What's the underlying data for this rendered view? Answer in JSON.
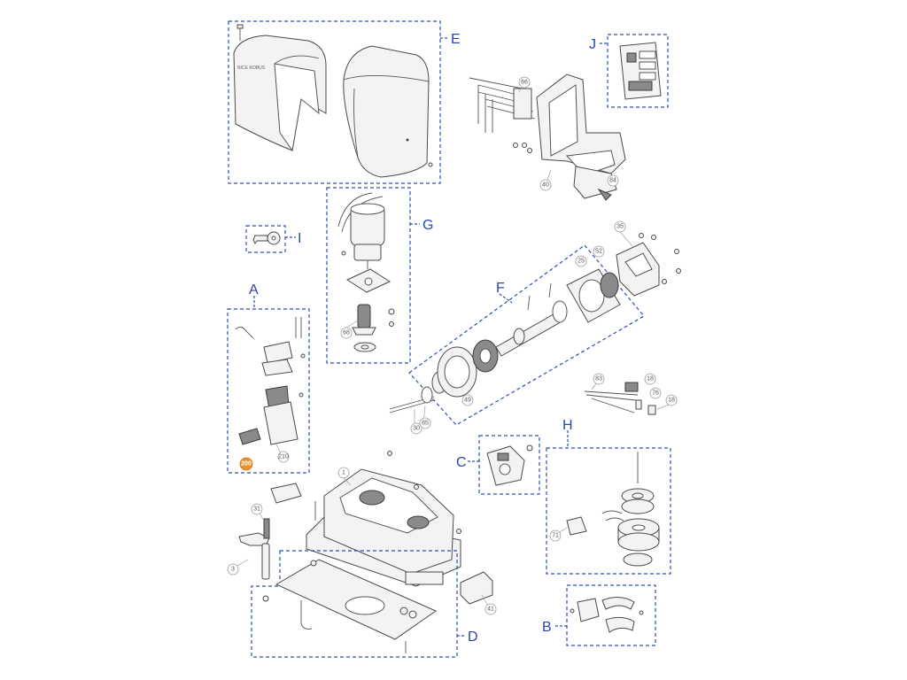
{
  "groups": {
    "A": "A",
    "B": "B",
    "C": "C",
    "D": "D",
    "E": "E",
    "F": "F",
    "G": "G",
    "H": "H",
    "I": "I",
    "J": "J"
  },
  "callouts": {
    "p1": "1",
    "p3": "3",
    "p18a": "18",
    "p18b": "18",
    "p25": "25",
    "p30": "30",
    "p31": "31",
    "p35": "35",
    "p40": "40",
    "p41": "41",
    "p49": "49",
    "p52": "52",
    "p66": "66",
    "p68": "68",
    "p71": "71",
    "p76": "76",
    "p83": "83",
    "p84": "84",
    "p85": "85",
    "p200": "200",
    "p210": "210"
  },
  "cover_brand": "NICE ROBUS",
  "colors": {
    "group_border": "#2f4fb5",
    "highlight": "#e9932f"
  }
}
